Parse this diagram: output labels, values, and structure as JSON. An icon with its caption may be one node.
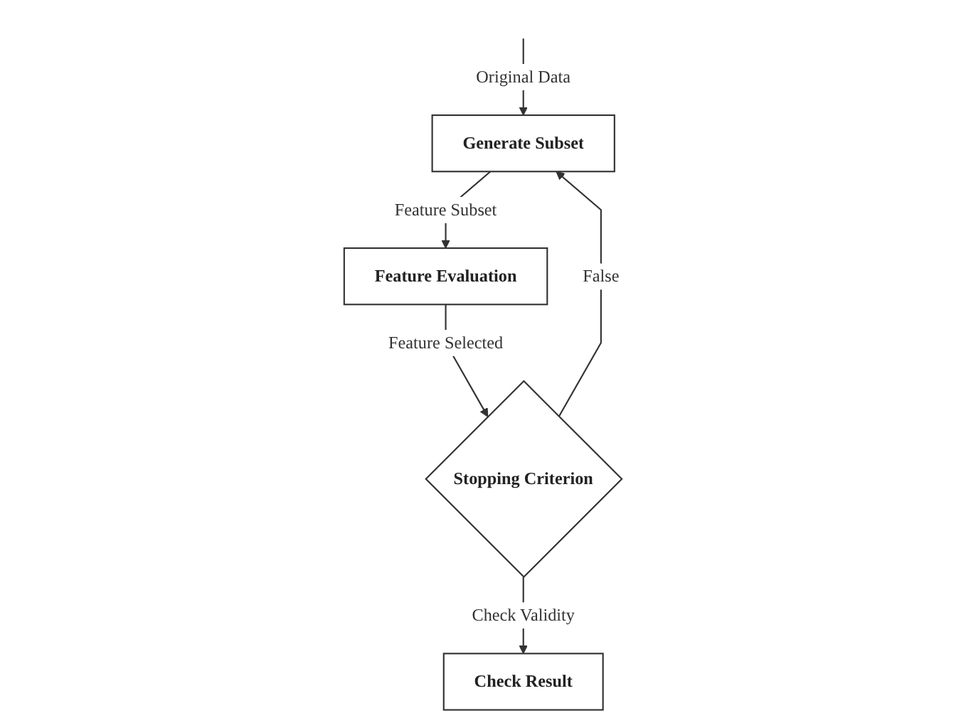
{
  "diagram": {
    "nodes": [
      {
        "text": [
          "Generate Subset"
        ]
      },
      {
        "text": [
          "Feature Evaluation"
        ]
      },
      {
        "text": [
          "Stopping Criterion"
        ]
      },
      {
        "text": [
          "Check Result"
        ]
      }
    ],
    "edges": [
      {
        "from": null,
        "to": 0,
        "arrow": "to",
        "label": "Original Data"
      },
      {
        "from": 0,
        "to": 1,
        "arrow": "to",
        "label": "Feature Subset"
      },
      {
        "from": 1,
        "to": 2,
        "arrow": "to",
        "label": "Feature Selected"
      },
      {
        "from": 2,
        "to": 0,
        "arrow": "to",
        "label": "False"
      },
      {
        "from": 2,
        "to": 3,
        "arrow": "to",
        "label": "Check Validity"
      }
    ]
  }
}
